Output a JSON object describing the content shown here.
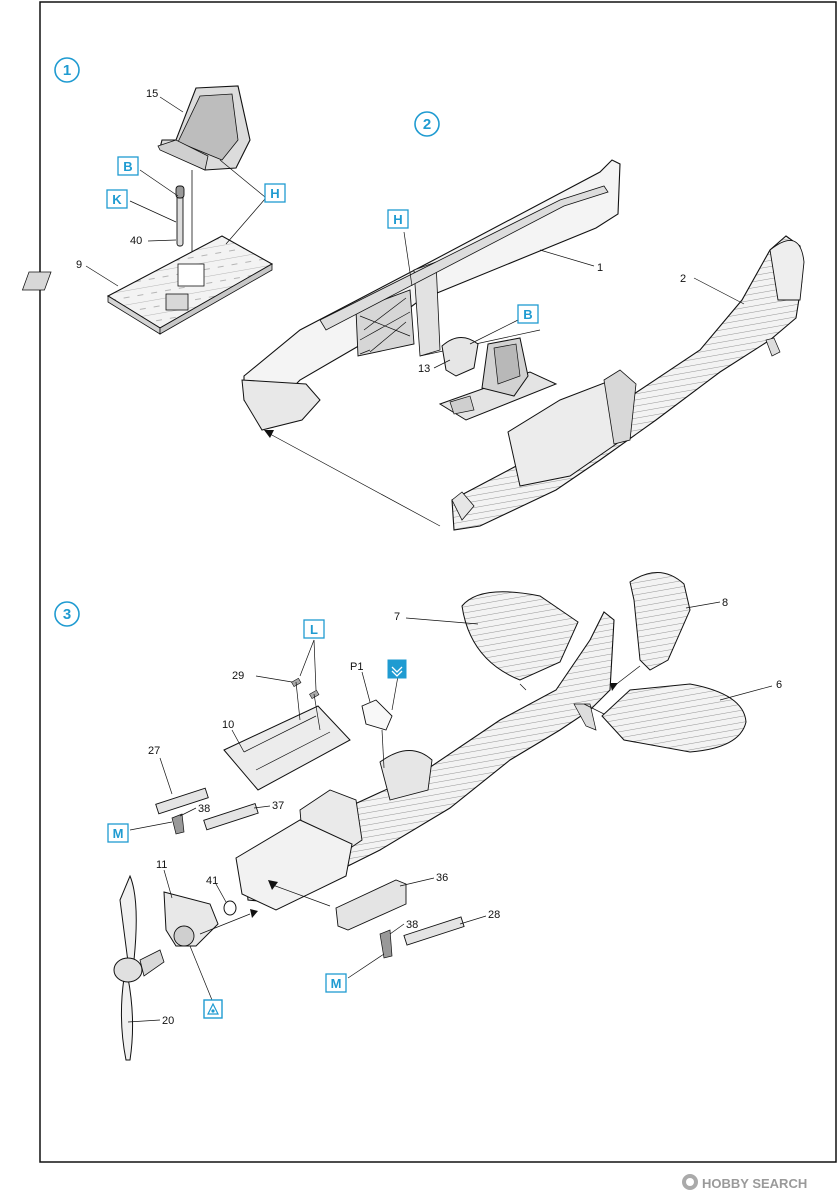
{
  "steps": [
    "1",
    "2",
    "3"
  ],
  "step1": {
    "parts": {
      "p15": "15",
      "p40": "40",
      "p9": "9"
    },
    "paint": {
      "b": "B",
      "k": "K",
      "h": "H"
    }
  },
  "step2": {
    "parts": {
      "p1": "1",
      "p2": "2",
      "p13": "13"
    },
    "paint": {
      "h": "H",
      "b": "B"
    }
  },
  "step3": {
    "parts": {
      "p7": "7",
      "p8": "8",
      "p6": "6",
      "p29": "29",
      "pP1": "P1",
      "p10": "10",
      "p27": "27",
      "p38a": "38",
      "p37": "37",
      "p11": "11",
      "p41": "41",
      "p36": "36",
      "p38b": "38",
      "p28": "28",
      "p20": "20"
    },
    "paint": {
      "l": "L",
      "ma": "M",
      "mb": "M"
    }
  },
  "icons": {
    "glue": "cement-icon",
    "decal": "decal-icon"
  },
  "watermark": {
    "brand": "HOBBY SEARCH"
  },
  "colors": {
    "accent": "#1f9bd1",
    "line": "#111111",
    "fill": "#eeeeee"
  }
}
